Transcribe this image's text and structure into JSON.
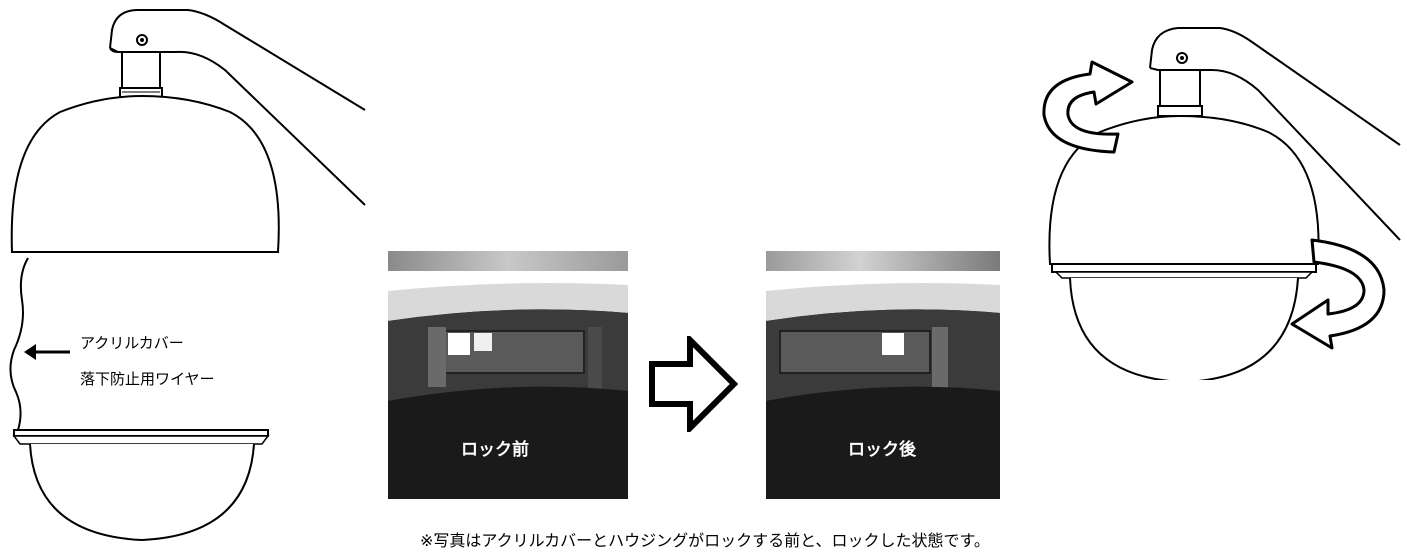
{
  "wire_label": {
    "line1": "アクリルカバー",
    "line2": "落下防止用ワイヤー"
  },
  "photos": [
    {
      "caption": "ロック前"
    },
    {
      "caption": "ロック後"
    }
  ],
  "note": "※写真はアクリルカバーとハウジングがロックする前と、ロックした状態です。"
}
